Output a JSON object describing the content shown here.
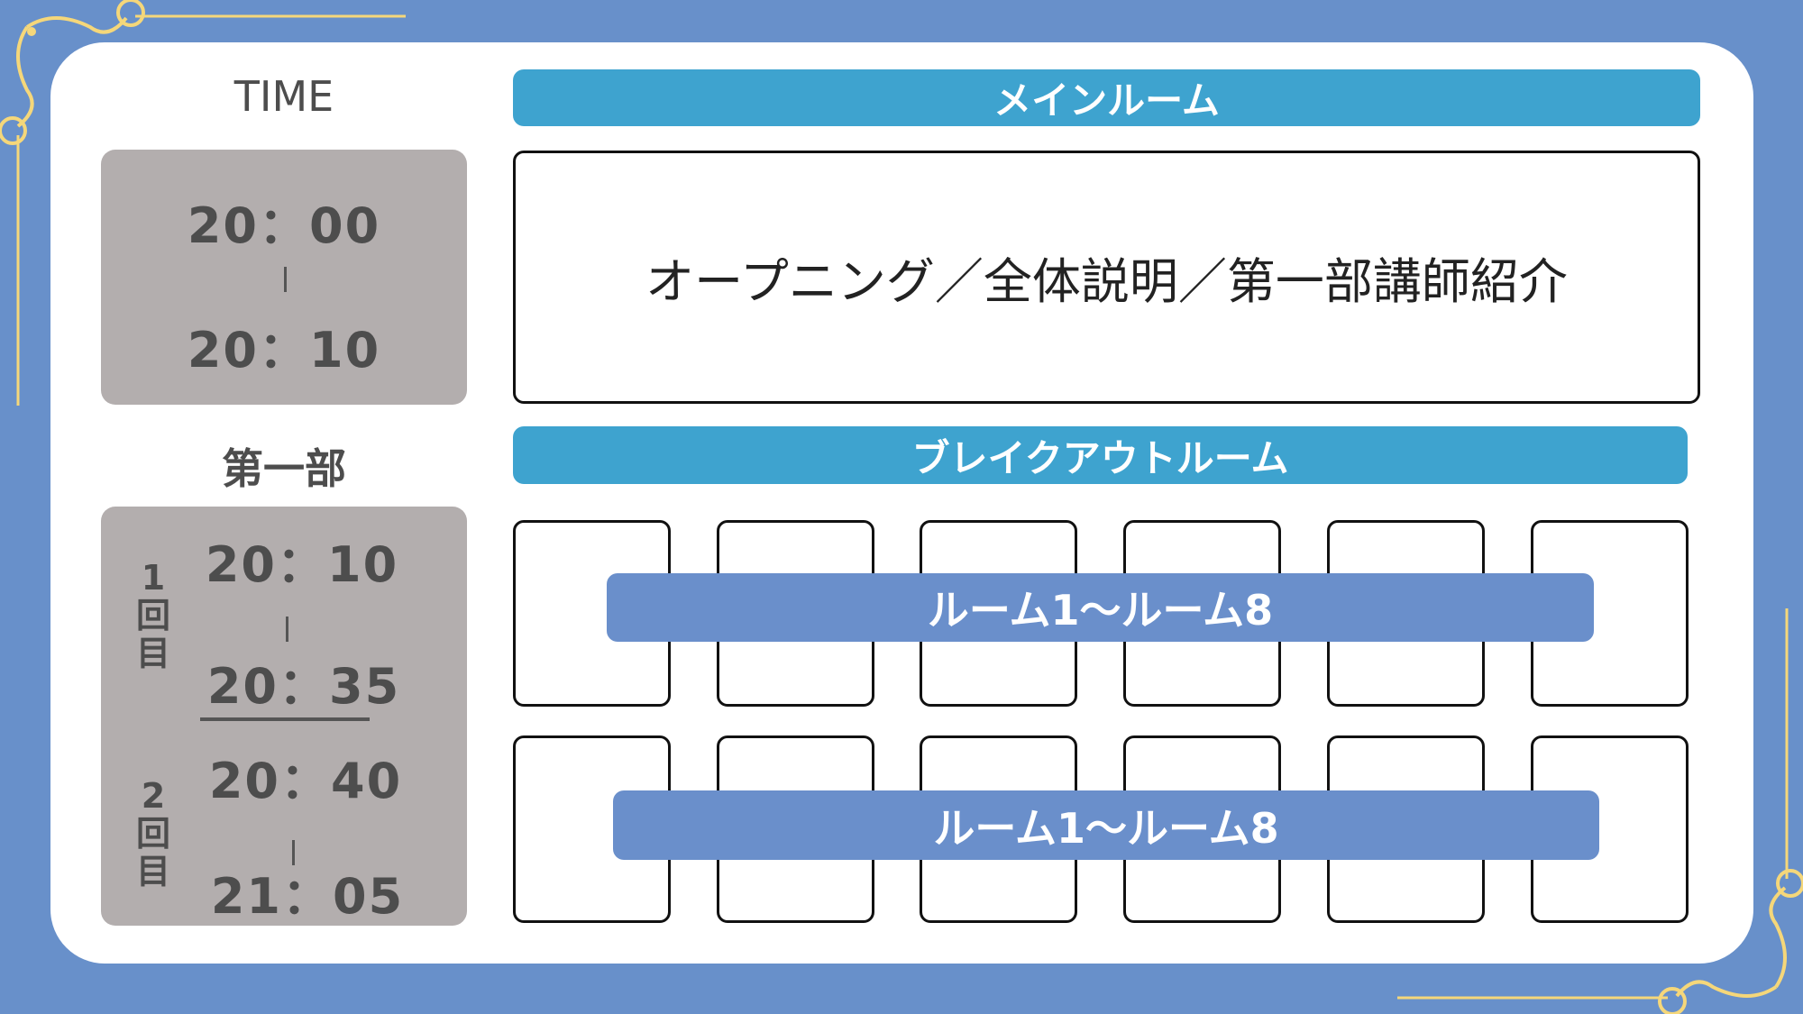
{
  "time_label": "TIME",
  "opening": {
    "start": "20：00",
    "end": "20：10"
  },
  "part_label": "第一部",
  "sessions": [
    {
      "label": "1回目",
      "start": "20：10",
      "end": "20：35"
    },
    {
      "label": "2回目",
      "start": "20：40",
      "end": "21：05"
    }
  ],
  "main_room": {
    "header": "メインルーム",
    "content": "オープニング／全体説明／第一部講師紹介"
  },
  "breakout": {
    "header": "ブレイクアウトルーム",
    "row_labels": [
      "ルーム1〜ルーム8",
      "ルーム1〜ルーム8"
    ]
  },
  "colors": {
    "background": "#6890ca",
    "header": "#3ea3cf",
    "bar": "#6a8fcb",
    "time_box": "#b3aeae",
    "ornament": "#f5d77a"
  }
}
